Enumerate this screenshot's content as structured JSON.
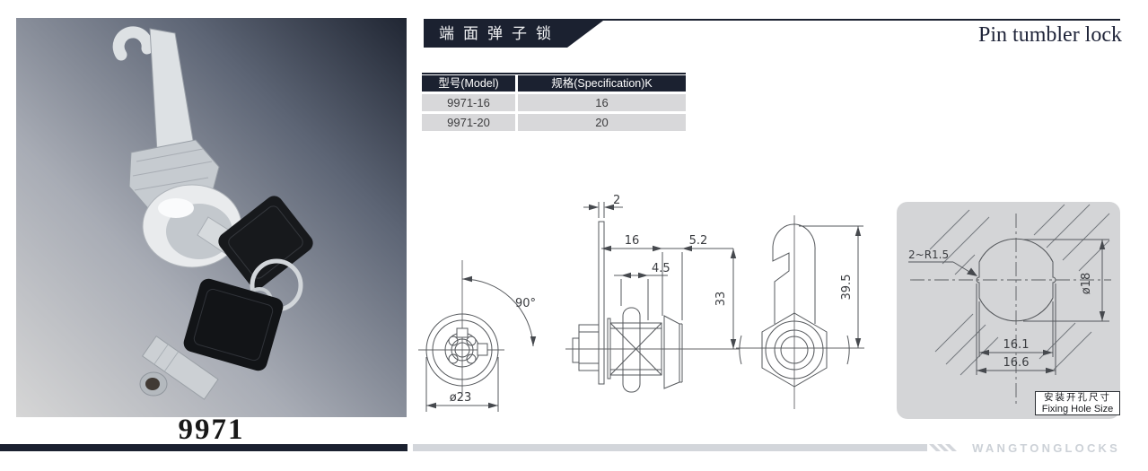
{
  "header": {
    "title_cn": "端面弹子锁",
    "title_en": "Pin tumbler lock"
  },
  "product": {
    "model": "9971"
  },
  "spec_table": {
    "col_model": "型号(Model)",
    "col_spec": "规格(Specification)K",
    "rows": [
      {
        "model": "9971-16",
        "spec": "16"
      },
      {
        "model": "9971-20",
        "spec": "20"
      }
    ]
  },
  "drawings": {
    "front_view": {
      "rotation_angle": "90°",
      "outer_diameter": "ø23"
    },
    "side_view": {
      "cam_thickness": "2",
      "body_length": "16",
      "head_depth": "5.2",
      "clamp_range": "4.5",
      "cam_height": "33"
    },
    "back_view": {
      "overall_height": "39.5"
    },
    "fixing_hole": {
      "corner_radius": "2~R1.5",
      "hole_diameter": "ø18",
      "flat_width": "16.1",
      "hole_width": "16.6",
      "caption_cn": "安装开孔尺寸",
      "caption_en": "Fixing Hole Size"
    }
  },
  "footer": {
    "brand": "WANGTONGLOCKS"
  },
  "colors": {
    "navy": "#1b2130",
    "table_row": "#d8d8da",
    "panel_gray": "#d4d5d7",
    "footer_gray": "#d3d6db",
    "brand_text": "#ccd1d7"
  }
}
